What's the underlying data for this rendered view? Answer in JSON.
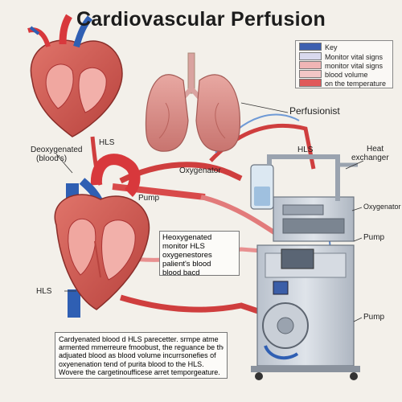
{
  "title": "Cardiovascular  Perfusion",
  "key": {
    "heading": "Key",
    "items": [
      {
        "label": "Monitor vital signs",
        "color": "#d9d9ee"
      },
      {
        "label": "monitor vital signs",
        "color": "#f0b5b5"
      },
      {
        "label": "blood volume",
        "color": "#f3c6c6"
      },
      {
        "label": "on the temperature",
        "color": "#e05a5a"
      }
    ]
  },
  "labels": {
    "perfusionist": "Perfusionist",
    "hls_top": "HLS",
    "hls_right": "HLS",
    "heat_exchanger_1": "Heat",
    "heat_exchanger_2": "exchanger",
    "deoxygenated_1": "Deoxygenated",
    "deoxygenated_2": "(blood's)",
    "oxygenator_center": "Oxygenator",
    "oxygenator_right": "Oxygenator",
    "pump_left": "Pump",
    "pump_right_top": "Pump",
    "pump_right_bottom": "Pump",
    "hls_bottom": "HLS"
  },
  "note_box": [
    "Heoxygenated",
    "monitor HLS",
    "oxygenestores",
    "palient's blood",
    "blood bacd"
  ],
  "caption_lines": [
    "Cardyenated blood d HLS parecetter. srmpe atme",
    "armented mmerreure fmoobust, the reguance be the",
    "adjuated blood as blood volume incurrsonefies of",
    "oxyenenation tend of purita blood to the HLS.",
    "Wovere the cargetinoufficese arret temporgeature."
  ],
  "colors": {
    "artery": "#d9343a",
    "vein": "#2f5fb3",
    "heart": "#d4584e",
    "lung": "#d98b86",
    "machine": "#c9d0d9"
  }
}
